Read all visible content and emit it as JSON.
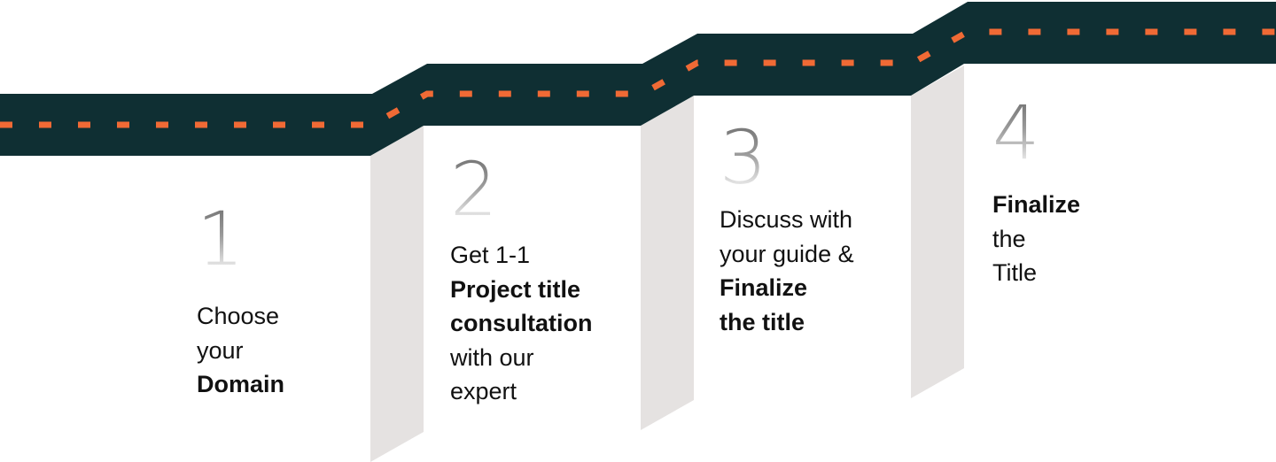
{
  "colors": {
    "road": "#0f2f33",
    "dash": "#f06a35",
    "wall": "#e5e2e1"
  },
  "steps": [
    {
      "number": "1",
      "lines": [
        {
          "text": "Choose",
          "bold": false
        },
        {
          "text": "your",
          "bold": false
        },
        {
          "text": "Domain",
          "bold": true
        }
      ]
    },
    {
      "number": "2",
      "lines": [
        {
          "text": "Get 1-1",
          "bold": false
        },
        {
          "text": "Project title",
          "bold": true
        },
        {
          "text": "consultation",
          "bold": true
        },
        {
          "text": "with our",
          "bold": false
        },
        {
          "text": "expert",
          "bold": false
        }
      ]
    },
    {
      "number": "3",
      "lines": [
        {
          "text": "Discuss with",
          "bold": false
        },
        {
          "text": "your guide &",
          "bold": false
        },
        {
          "text": "Finalize",
          "bold": true
        },
        {
          "text": "the title",
          "bold": true
        }
      ]
    },
    {
      "number": "4",
      "lines": [
        {
          "text": "Finalize",
          "bold": true
        },
        {
          "text": "the",
          "bold": false
        },
        {
          "text": "Title",
          "bold": false
        }
      ]
    }
  ]
}
